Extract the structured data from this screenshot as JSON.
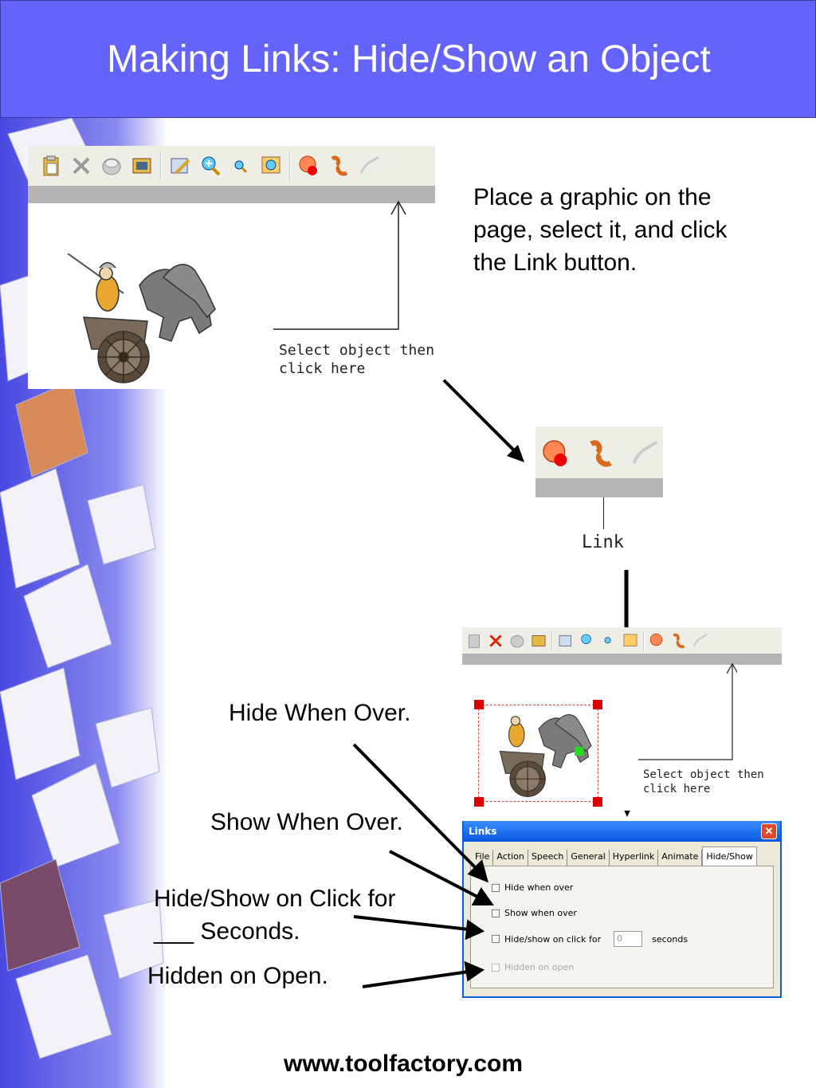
{
  "slide": {
    "title": "Making Links: Hide/Show an Object",
    "footer": "www.toolfactory.com"
  },
  "colors": {
    "title_bg": "#6464fa",
    "title_text": "#ffffff",
    "deco_blue": "#5a5ae6",
    "dialog_title": "#0858e0",
    "selection_handle": "#dd0000"
  },
  "panel_top": {
    "note": [
      "Select object then",
      "click here"
    ],
    "image": "chariot-clipart"
  },
  "instructions": {
    "step1": [
      "Place a graphic on the",
      "page, select it, and click",
      "the Link button."
    ]
  },
  "zoom_panel": {
    "label": "Link"
  },
  "panel_bottom": {
    "note": [
      "Select object then",
      "click here"
    ]
  },
  "callouts": {
    "hide_when_over": "Hide When Over.",
    "show_when_over": "Show When Over.",
    "hide_show_click": [
      "Hide/Show on Click for",
      "___ Seconds."
    ],
    "hidden_on_open": "Hidden on Open."
  },
  "dialog": {
    "title": "Links",
    "close": "✕",
    "tabs": [
      "File",
      "Action",
      "Speech",
      "General",
      "Hyperlink",
      "Animate",
      "Hide/Show"
    ],
    "active_tab": "Hide/Show",
    "options": {
      "hide_when_over": "Hide when over",
      "show_when_over": "Show when over",
      "hide_show_click": "Hide/show on click for",
      "seconds_value": "0",
      "seconds_label": "seconds",
      "hidden_on_open": "Hidden on open"
    }
  },
  "toolbar_icons": [
    "clipboard-icon",
    "delete-x-icon",
    "stamp-icon",
    "picture-icon",
    "edit-picture-icon",
    "zoom-in-icon",
    "zoom-out-icon",
    "zoom-fit-icon",
    "sound-icon",
    "link-icon",
    "path-icon"
  ]
}
